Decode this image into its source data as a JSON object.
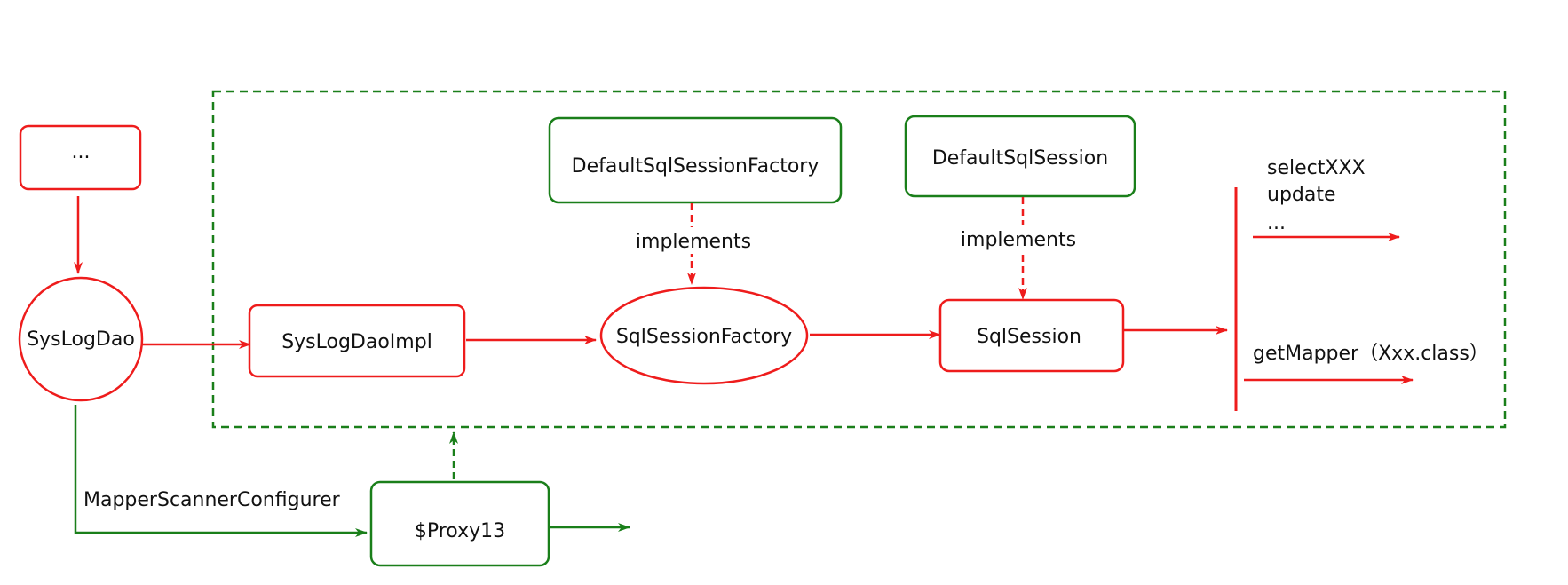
{
  "colors": {
    "red": "#ee1c1c",
    "green": "#1a7f1a",
    "text": "#111111",
    "background": "#ffffff"
  },
  "nodes": {
    "ellipsis_box": "...",
    "syslogdao": "SysLogDao",
    "syslogdaoimpl": "SysLogDaoImpl",
    "defaultsqlsessionfactory": "DefaultSqlSessionFactory",
    "sqlsessionfactory": "SqlSessionFactory",
    "defaultsqlsession": "DefaultSqlSession",
    "sqlsession": "SqlSession",
    "proxy13": "$Proxy13"
  },
  "edge_labels": {
    "implements_factory": "implements",
    "implements_session": "implements",
    "mapper_scanner": "MapperScannerConfigurer"
  },
  "methods": {
    "select": "selectXXX",
    "update": "update",
    "more": "...",
    "get_mapper": "getMapper（Xxx.class）"
  }
}
